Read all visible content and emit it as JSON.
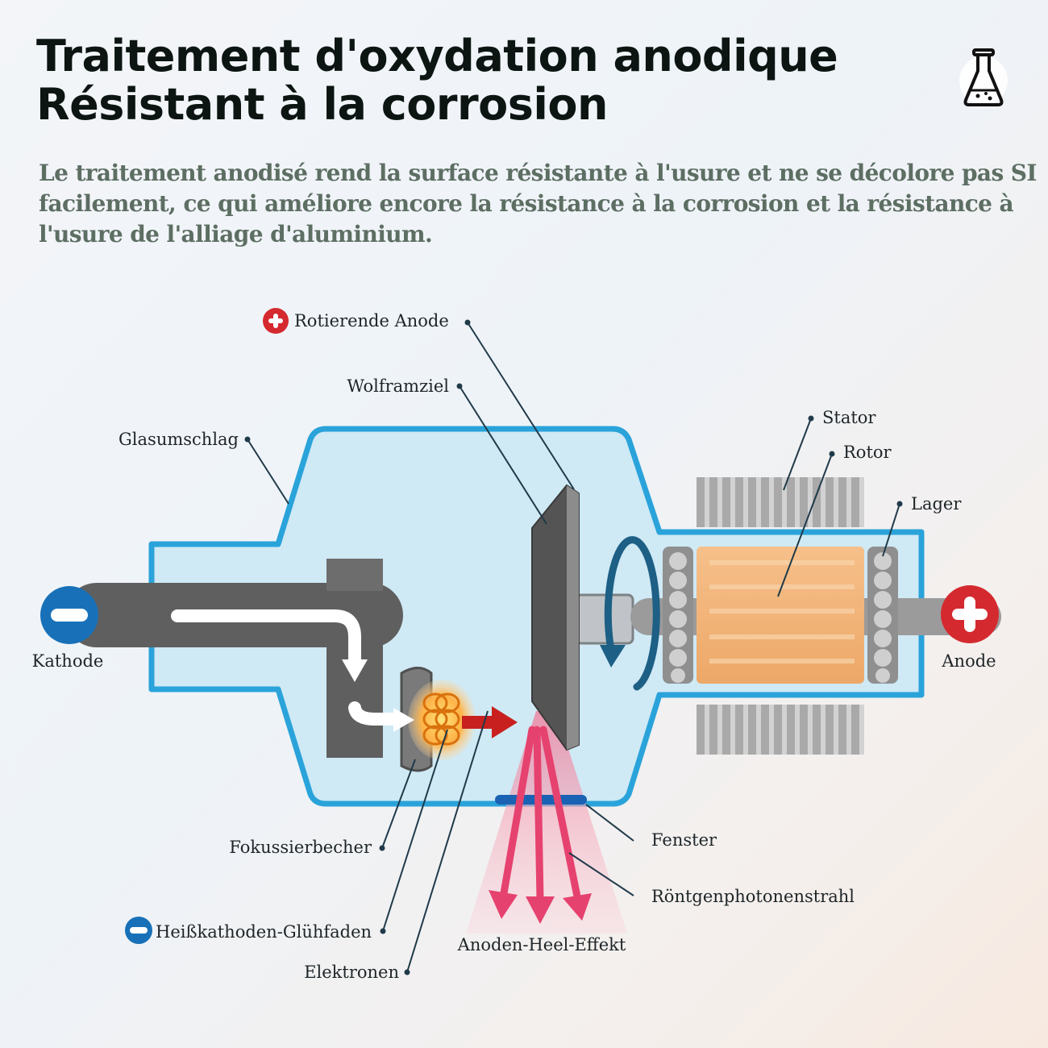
{
  "header": {
    "title_line1": "Traitement d'oxydation anodique",
    "title_line2": "Résistant à la corrosion",
    "subtitle": "Le traitement anodisé rend la surface résistante à l'usure et ne se décolore pas SI facilement, ce qui améliore encore la résistance à la corrosion et la résistance à l'usure de l'alliage d'aluminium.",
    "icon": "flask-icon"
  },
  "diagram": {
    "labels": {
      "rotierende_anode": "Rotierende Anode",
      "wolframziel": "Wolframziel",
      "glasumschlag": "Glasumschlag",
      "stator": "Stator",
      "rotor": "Rotor",
      "lager": "Lager",
      "kathode": "Kathode",
      "anode": "Anode",
      "fokussierbecher": "Fokussierbecher",
      "fenster": "Fenster",
      "roentgenphotonenstrahl": "Röntgenphotonenstrahl",
      "heisskathoden": "Heißkathoden-Glühfaden",
      "anoden_heel": "Anoden-Heel-Effekt",
      "elektronen": "Elektronen"
    },
    "colors": {
      "glass_outline": "#2aa3da",
      "glass_fill": "#cfe9f5",
      "positive": "#d42a2f",
      "negative": "#1871b8",
      "rotor": "#f2b37a",
      "beam": "#e6426f",
      "metal": "#5f5f5f"
    }
  }
}
